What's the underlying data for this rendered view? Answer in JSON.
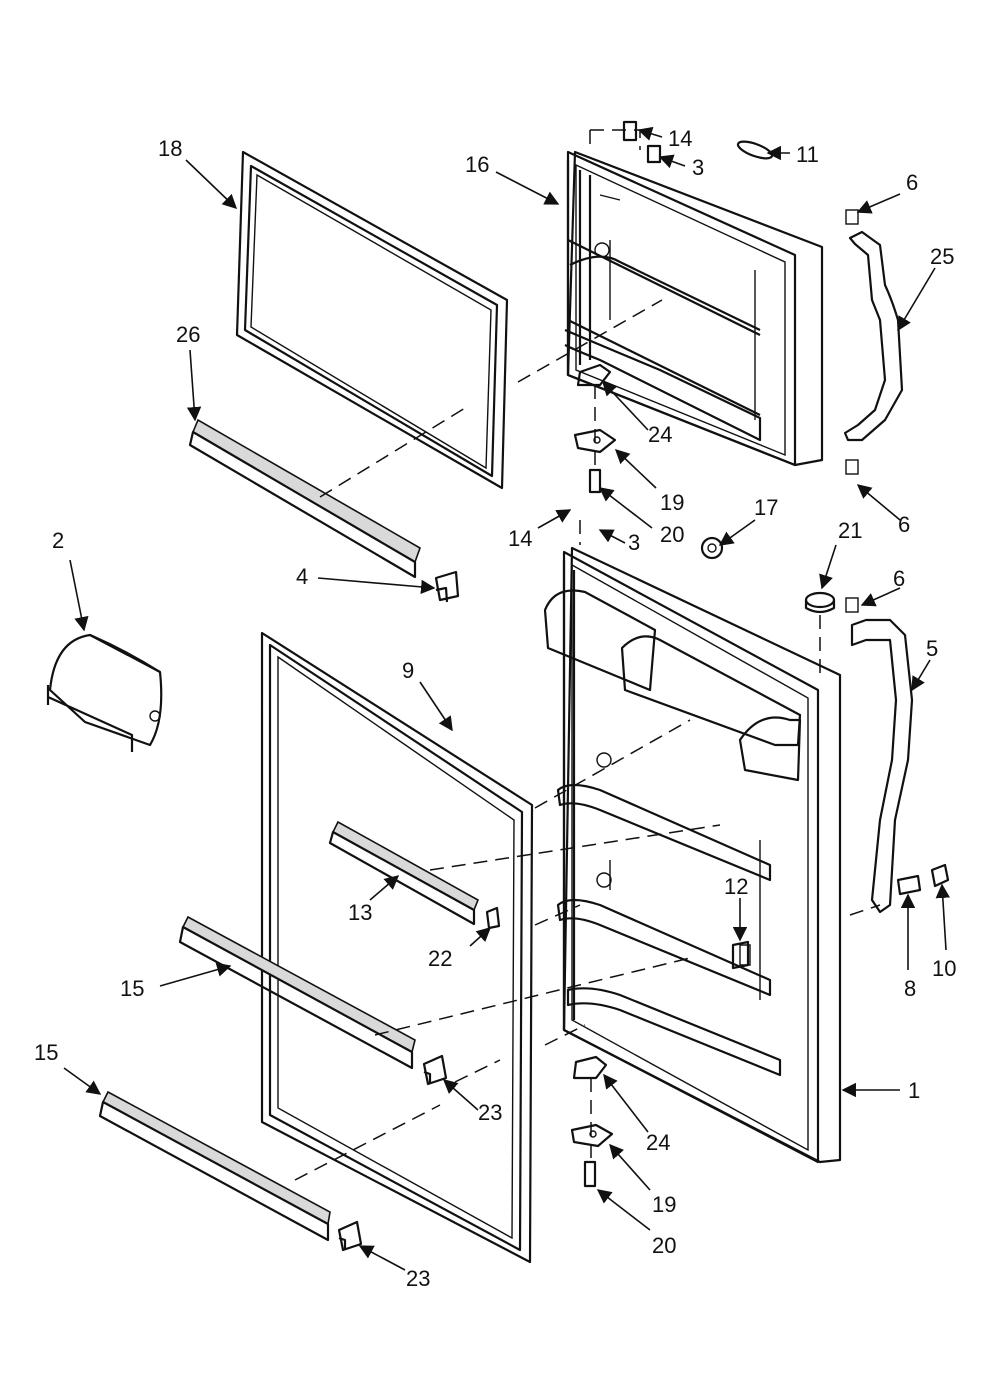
{
  "callouts": {
    "p1": "1",
    "p2": "2",
    "p3a": "3",
    "p3b": "3",
    "p4": "4",
    "p5": "5",
    "p6a": "6",
    "p6b": "6",
    "p6c": "6",
    "p8": "8",
    "p9": "9",
    "p10": "10",
    "p11": "11",
    "p12": "12",
    "p13": "13",
    "p14a": "14",
    "p14b": "14",
    "p15a": "15",
    "p15b": "15",
    "p16": "16",
    "p17": "17",
    "p18": "18",
    "p19a": "19",
    "p19b": "19",
    "p20a": "20",
    "p20b": "20",
    "p21": "21",
    "p22": "22",
    "p23a": "23",
    "p23b": "23",
    "p24a": "24",
    "p24b": "24",
    "p25": "25",
    "p26": "26"
  }
}
